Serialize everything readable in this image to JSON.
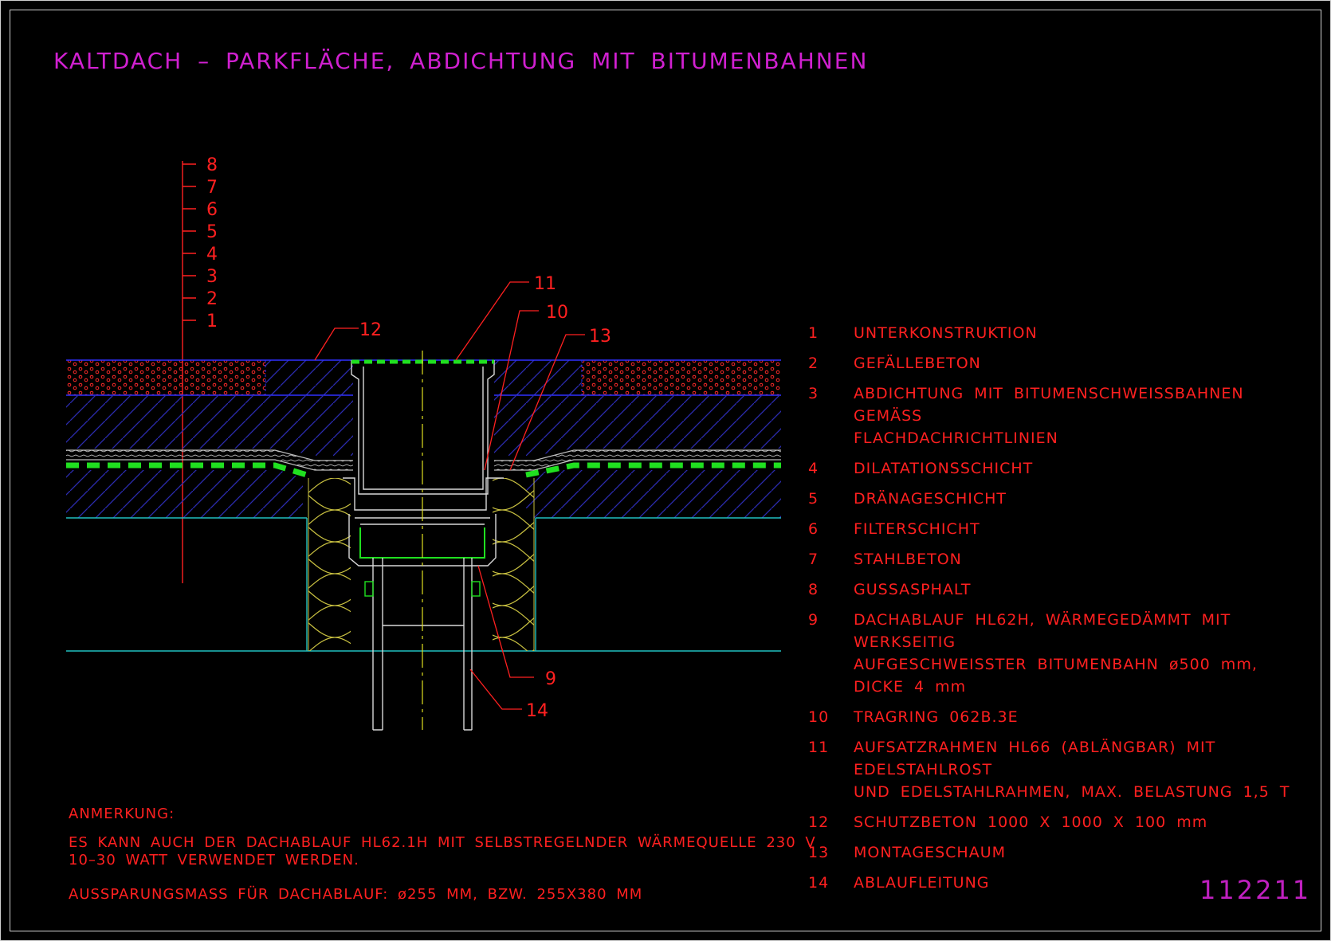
{
  "title": "KALTDACH – PARKFLÄCHE, ABDICHTUNG MIT BITUMENBAHNEN",
  "scale_labels": [
    "8",
    "7",
    "6",
    "5",
    "4",
    "3",
    "2",
    "1"
  ],
  "callouts": {
    "c9": "9",
    "c10": "10",
    "c11": "11",
    "c12": "12",
    "c13": "13",
    "c14": "14"
  },
  "legend": [
    {
      "num": "1",
      "lines": [
        "UNTERKONSTRUKTION"
      ]
    },
    {
      "num": "2",
      "lines": [
        "GEFÄLLEBETON"
      ]
    },
    {
      "num": "3",
      "lines": [
        "ABDICHTUNG MIT BITUMENSCHWEISSBAHNEN GEMÄSS",
        "FLACHDACHRICHTLINIEN"
      ]
    },
    {
      "num": "4",
      "lines": [
        "DILATATIONSSCHICHT"
      ]
    },
    {
      "num": "5",
      "lines": [
        "DRÄNAGESCHICHT"
      ]
    },
    {
      "num": "6",
      "lines": [
        "FILTERSCHICHT"
      ]
    },
    {
      "num": "7",
      "lines": [
        "STAHLBETON"
      ]
    },
    {
      "num": "8",
      "lines": [
        "GUSSASPHALT"
      ]
    },
    {
      "num": "9",
      "lines": [
        "DACHABLAUF HL62H, WÄRMEGEDÄMMT MIT WERKSEITIG",
        "AUFGESCHWEISSTER BITUMENBAHN ø500 mm,",
        "DICKE 4 mm"
      ]
    },
    {
      "num": "10",
      "lines": [
        "TRAGRING 062B.3E"
      ]
    },
    {
      "num": "11",
      "lines": [
        "AUFSATZRAHMEN HL66 (ABLÄNGBAR) MIT EDELSTAHLROST",
        "UND EDELSTAHLRAHMEN, MAX. BELASTUNG 1,5 T"
      ]
    },
    {
      "num": "12",
      "lines": [
        "SCHUTZBETON 1000 X 1000 X 100 mm"
      ]
    },
    {
      "num": "13",
      "lines": [
        "MONTAGESCHAUM"
      ]
    },
    {
      "num": "14",
      "lines": [
        "ABLAUFLEITUNG"
      ]
    }
  ],
  "notes": {
    "heading": "ANMERKUNG:",
    "line1": "ES KANN AUCH DER DACHABLAUF HL62.1H MIT SELBSTREGELNDER WÄRMEQUELLE 230 V",
    "line2": "10–30 WATT VERWENDET WERDEN.",
    "line3": "AUSSPARUNGSMASS FÜR DACHABLAUF: ø255 MM, BZW. 255X380 MM"
  },
  "drawing_code": "112211",
  "colors": {
    "background": "#000000",
    "text_red": "#ff2020",
    "title_magenta": "#d020d0",
    "hatch_blue": "#3030c0",
    "insulation_yellow": "#c8c040",
    "drain_green": "#20e020",
    "cyan_line": "#20c0c0"
  }
}
